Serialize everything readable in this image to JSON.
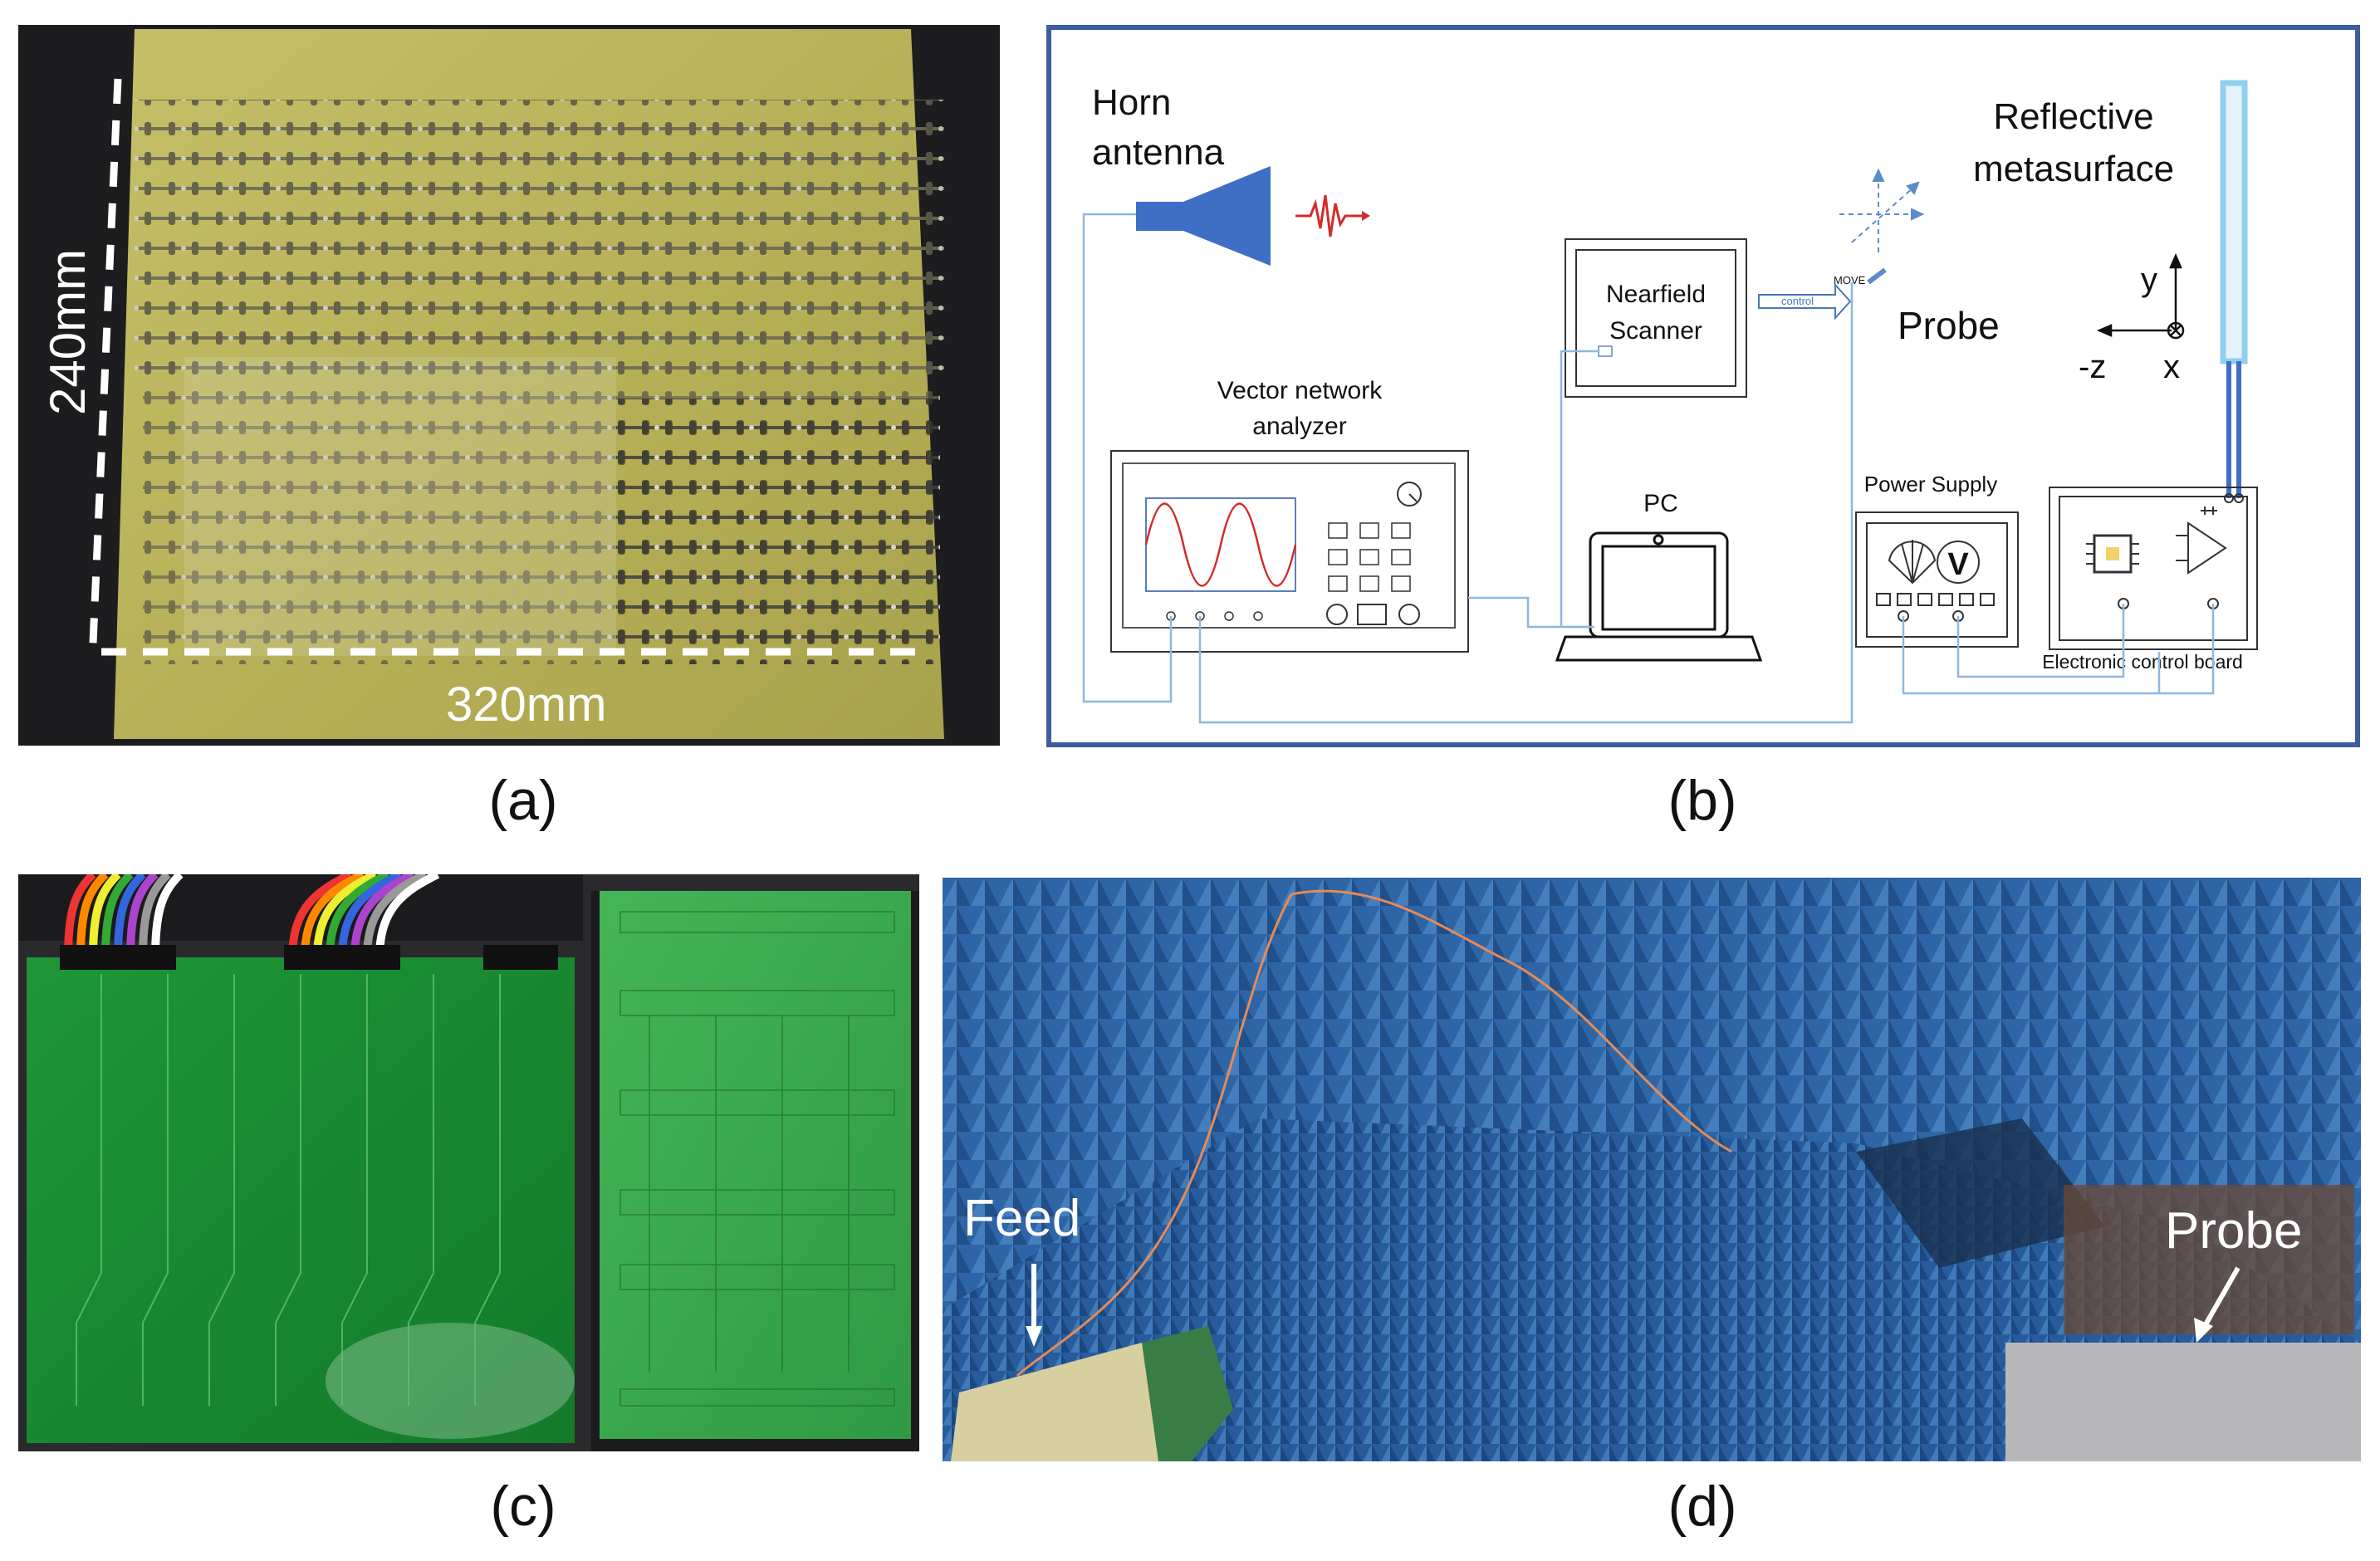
{
  "captions": {
    "a": "(a)",
    "b": "(b)",
    "c": "(c)",
    "d": "(d)"
  },
  "panel_a": {
    "height_label": "240mm",
    "width_label": "320mm"
  },
  "panel_b": {
    "horn_label_1": "Horn",
    "horn_label_2": "antenna",
    "vna_label_1": "Vector network",
    "vna_label_2": "analyzer",
    "scanner_label_1": "Nearfield",
    "scanner_label_2": "Scanner",
    "control_label": "control",
    "move_label": "MOVE",
    "probe_label": "Probe",
    "metasurface_label_1": "Reflective",
    "metasurface_label_2": "metasurface",
    "axis_y": "y",
    "axis_z": "-z",
    "axis_x": "x",
    "pc_label": "PC",
    "power_supply_label": "Power Supply",
    "voltmeter_symbol": "V",
    "control_board_label": "Electronic control board"
  },
  "panel_d": {
    "feed_label": "Feed",
    "probe_label": "Probe"
  },
  "colors": {
    "pcb_yellow": "#b8b25a",
    "pcb_green": "#1f9a3a",
    "absorber_blue": "#2e63a8",
    "diagram_border": "#3d5d9c",
    "horn_blue": "#3f6fc4",
    "wire_blue": "#8fb7dd"
  }
}
